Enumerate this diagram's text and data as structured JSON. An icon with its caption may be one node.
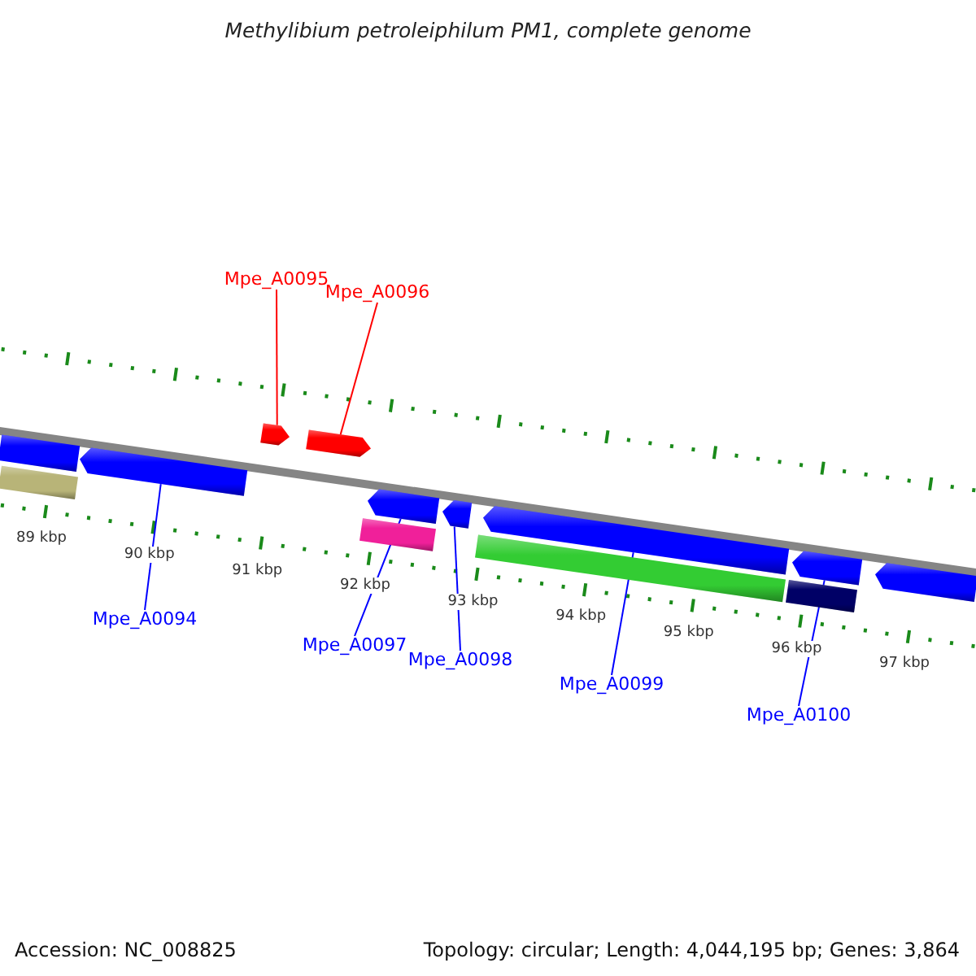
{
  "diagram": {
    "title": "Methylibium petroleiphilum PM1, complete genome",
    "nodes": [
      {
        "text": [
          "Mpe_A0095"
        ]
      },
      {
        "text": [
          "Mpe_A0096"
        ]
      },
      {
        "text": [
          "Mpe_A0094"
        ]
      },
      {
        "text": [
          "Mpe_A0097"
        ]
      },
      {
        "text": [
          "Mpe_A0098"
        ]
      },
      {
        "text": [
          "Mpe_A0099"
        ]
      },
      {
        "text": [
          "Mpe_A0100"
        ]
      },
      {
        "text": [],
        "shape": "bar"
      },
      {
        "text": [],
        "shape": "bar"
      },
      {
        "text": [],
        "shape": "arrow"
      },
      {
        "text": [],
        "shape": "arrow"
      },
      {
        "text": [],
        "shape": "arrow"
      },
      {
        "text": [],
        "shape": "arrow"
      },
      {
        "text": [],
        "shape": "bar"
      },
      {
        "text": [],
        "shape": "arrow"
      },
      {
        "text": [],
        "shape": "arrow"
      },
      {
        "text": [],
        "shape": "bar"
      },
      {
        "text": [],
        "shape": "arrow"
      },
      {
        "text": [],
        "shape": "bar"
      },
      {
        "text": [],
        "shape": "arrow"
      }
    ],
    "edges": [
      {
        "from": 0,
        "to": 10,
        "arrow": "none",
        "color": "#ff0000"
      },
      {
        "from": 1,
        "to": 11,
        "arrow": "none",
        "color": "#ff0000"
      },
      {
        "from": 2,
        "to": 9,
        "arrow": "none"
      },
      {
        "from": 3,
        "to": 12,
        "arrow": "none"
      },
      {
        "from": 4,
        "to": 14,
        "arrow": "none"
      },
      {
        "from": 5,
        "to": 15,
        "arrow": "none"
      },
      {
        "from": 6,
        "to": 17,
        "arrow": "none"
      }
    ],
    "labels": [
      "89 kbp",
      "90 kbp",
      "91 kbp",
      "92 kbp",
      "93 kbp",
      "94 kbp",
      "95 kbp",
      "96 kbp",
      "97 kbp",
      "Accession: NC_008825",
      "Topology: circular; Length: 4,044,195 bp; Genes: 3,864"
    ]
  }
}
